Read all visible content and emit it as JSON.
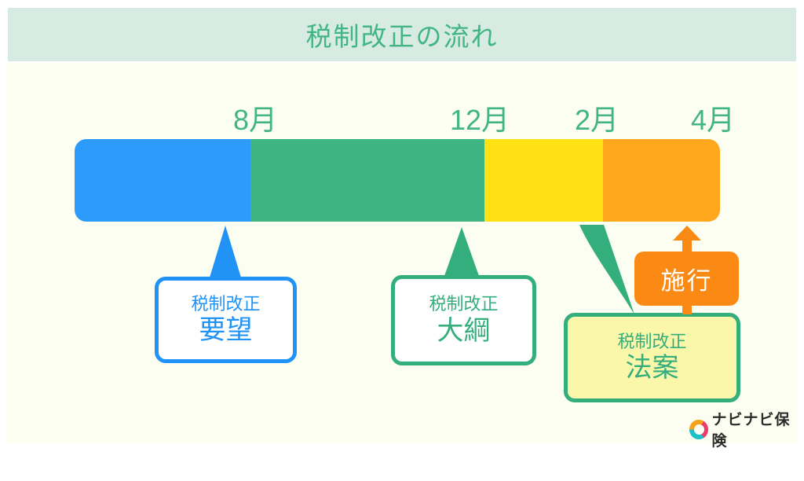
{
  "title": "税制改正の流れ",
  "timeline": {
    "months": [
      {
        "label": "8月"
      },
      {
        "label": "12月"
      },
      {
        "label": "2月"
      },
      {
        "label": "4月"
      }
    ],
    "segment_colors": [
      "#2D9BFA",
      "#3DB482",
      "#FFE114",
      "#FFA81E"
    ]
  },
  "callouts": {
    "request": {
      "line1": "税制改正",
      "line2": "要望",
      "color": "#2193F6"
    },
    "outline": {
      "line1": "税制改正",
      "line2": "大綱",
      "color": "#35AE7E"
    },
    "bill": {
      "line1": "税制改正",
      "line2": "法案",
      "color": "#35AE7E",
      "fill": "#FAF6AA"
    },
    "enforcement": {
      "label": "施行",
      "color": "#FA8A14"
    }
  },
  "logo": {
    "text": "ナビナビ保険"
  },
  "colors": {
    "banner_bg": "#D7EBE2",
    "panel_bg": "#FDFEF2",
    "heading_green": "#43B585"
  }
}
